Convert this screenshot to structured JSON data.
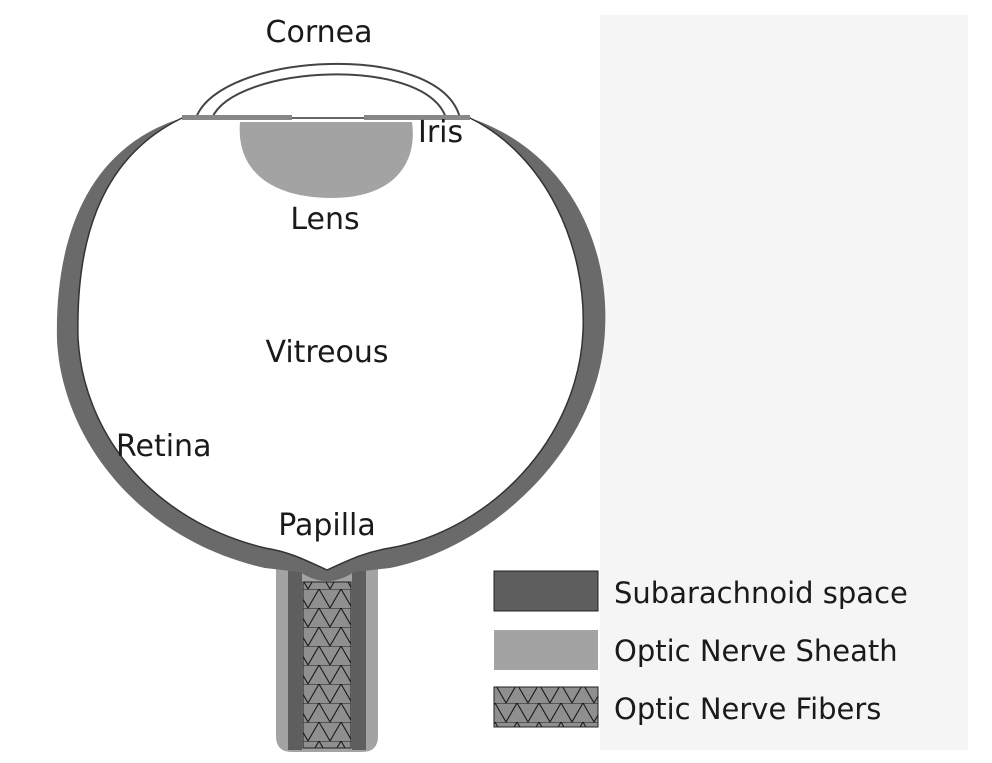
{
  "labels": {
    "cornea": "Cornea",
    "iris": "Iris",
    "lens": "Lens",
    "vitreous": "Vitreous",
    "retina": "Retina",
    "papilla": "Papilla"
  },
  "legend": [
    {
      "label": "Subarachnoid space",
      "color": "#5e5e5e",
      "pattern": "solid"
    },
    {
      "label": "Optic Nerve Sheath",
      "color": "#a3a3a3",
      "pattern": "solid"
    },
    {
      "label": "Optic Nerve Fibers",
      "color": "#8f8f8f",
      "pattern": "crosshatch"
    }
  ],
  "colors": {
    "background": "#ffffff",
    "panel": "#f5f5f5",
    "sclera": "#6a6a6a",
    "sheath": "#a3a3a3",
    "subarachnoid": "#5e5e5e",
    "fibers": "#8f8f8f"
  }
}
